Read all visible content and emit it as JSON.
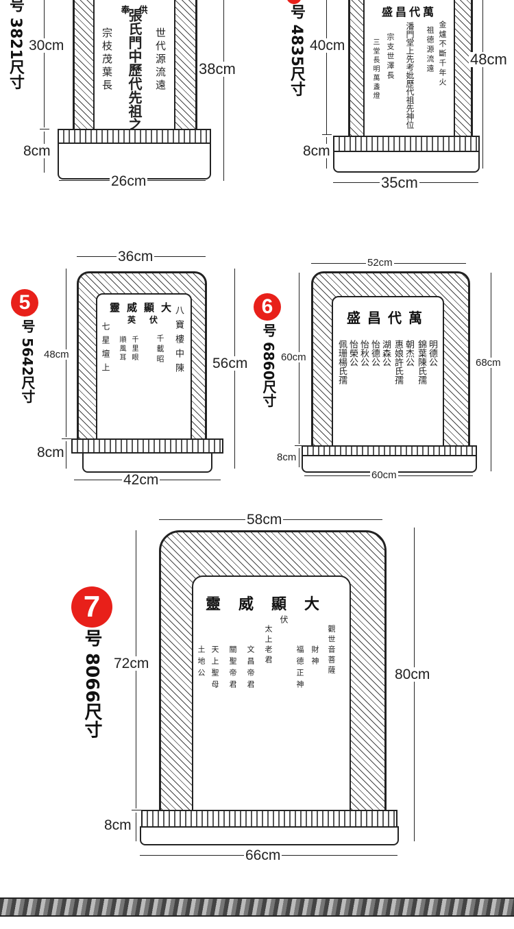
{
  "sizes": {
    "s3": {
      "label": "号 3821尺寸",
      "inner_h": "30cm",
      "outer_h": "38cm",
      "base_h": "8cm",
      "width": "26cm"
    },
    "s4": {
      "label": "号 4835尺寸",
      "inner_h": "40cm",
      "outer_h": "48cm",
      "base_h": "8cm",
      "width": "35cm"
    },
    "s5": {
      "number": "5",
      "label": "号 5642尺寸",
      "top_w": "36cm",
      "inner_h": "48cm",
      "outer_h": "56cm",
      "base_h": "8cm",
      "width": "42cm"
    },
    "s6": {
      "number": "6",
      "label": "号 6860尺寸",
      "top_w": "52cm",
      "inner_h": "60cm",
      "outer_h": "68cm",
      "base_h": "8cm",
      "width": "60cm"
    },
    "s7": {
      "number": "7",
      "label": "号 8066尺寸",
      "top_w": "58cm",
      "inner_h": "72cm",
      "outer_h": "80cm",
      "base_h": "8cm",
      "width": "66cm"
    }
  },
  "tablets": {
    "t3": {
      "top": "奉　供",
      "cols": [
        "世代源流遠",
        "張氏門中歷代先祖之位",
        "宗枝茂葉長"
      ]
    },
    "t4": {
      "title": "盛昌代萬",
      "cols": [
        "金爐不斷千年火",
        "祖德源流遠",
        "潘門堂上先考妣歷代祖先神位",
        "宗支世澤長",
        "三堂長明萬盞燈"
      ]
    },
    "t5": {
      "title": "靈威顯大",
      "sub": "英　伏",
      "cols": [
        "八寶樓中陳",
        "千載昭",
        "七星壇上",
        "順風耳",
        "千里眼"
      ]
    },
    "t6": {
      "title": "盛昌代萬",
      "cols": [
        "明德公",
        "錦葉陳氏孺",
        "朝杰公",
        "惠娘許氏孺",
        "湖森公",
        "怡德公",
        "怡秋公",
        "怡榮公",
        "佩珊楊氏孺"
      ]
    },
    "t7": {
      "title": "靈威顯大",
      "cols": [
        "伏",
        "觀世音菩薩",
        "財神",
        "福德正神",
        "太上老君",
        "文昌帝君",
        "關聖帝君",
        "天上聖母",
        "土地公"
      ]
    }
  }
}
